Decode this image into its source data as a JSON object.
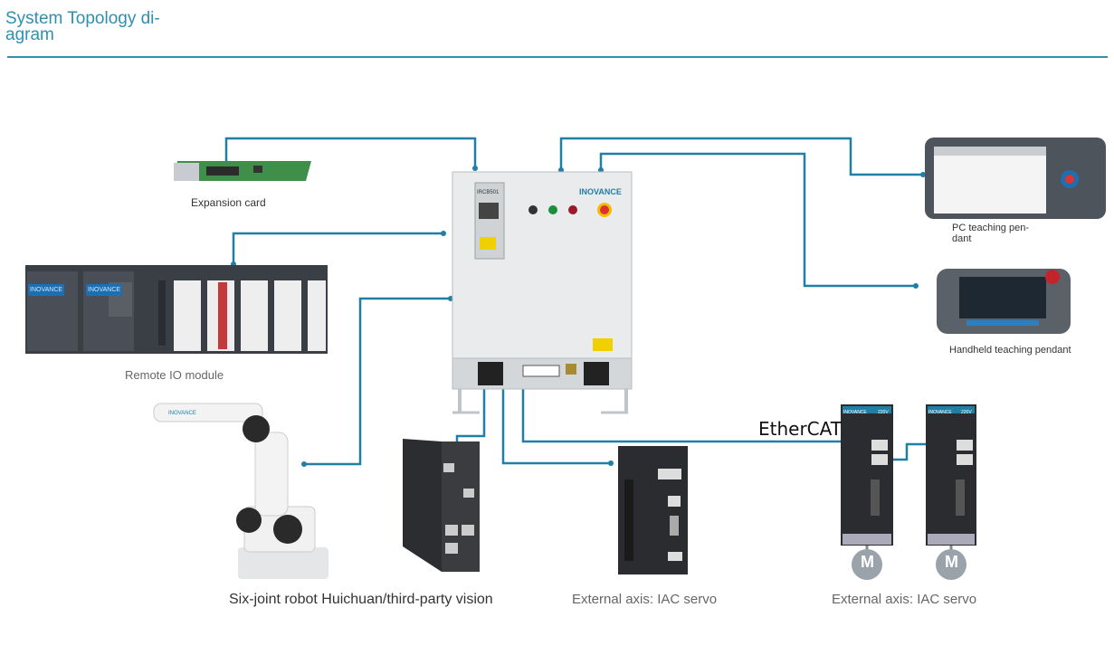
{
  "page": {
    "title": "System Topology di-agram"
  },
  "labels": {
    "expansion_card": "Expansion card",
    "remote_io": "Remote IO module",
    "pc_pendant": "PC teaching pen-dant",
    "handheld_pendant": "Handheld teaching pendant",
    "robot_vision": "Six-joint robot Huichuan/third-party vision",
    "external_axis_1": "External axis: IAC servo",
    "external_axis_2": "External axis: IAC servo",
    "ethercat": "EtherCAT"
  },
  "device_text": {
    "brand": "INOVANCE",
    "motor": "M",
    "cabinet_model": "IRCB501",
    "servo_voltage": "220V"
  },
  "colors": {
    "accent": "#2f8fb0",
    "link": "#1f7fa6"
  }
}
